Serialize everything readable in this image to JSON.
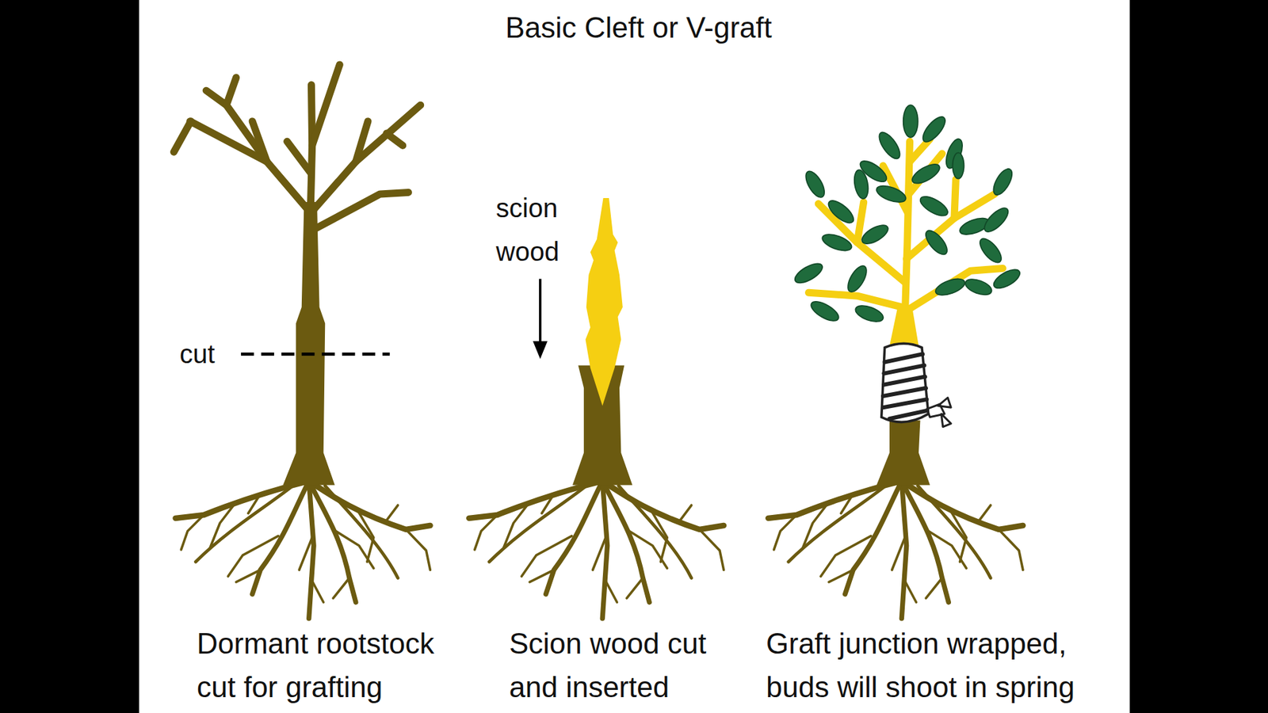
{
  "diagram": {
    "title": "Basic Cleft or V-graft",
    "labels": [
      "cut",
      "scion wood",
      "Dormant rootstock cut for grafting",
      "Scion wood cut and inserted",
      "Graft junction wrapped, buds will shoot in spring"
    ]
  }
}
